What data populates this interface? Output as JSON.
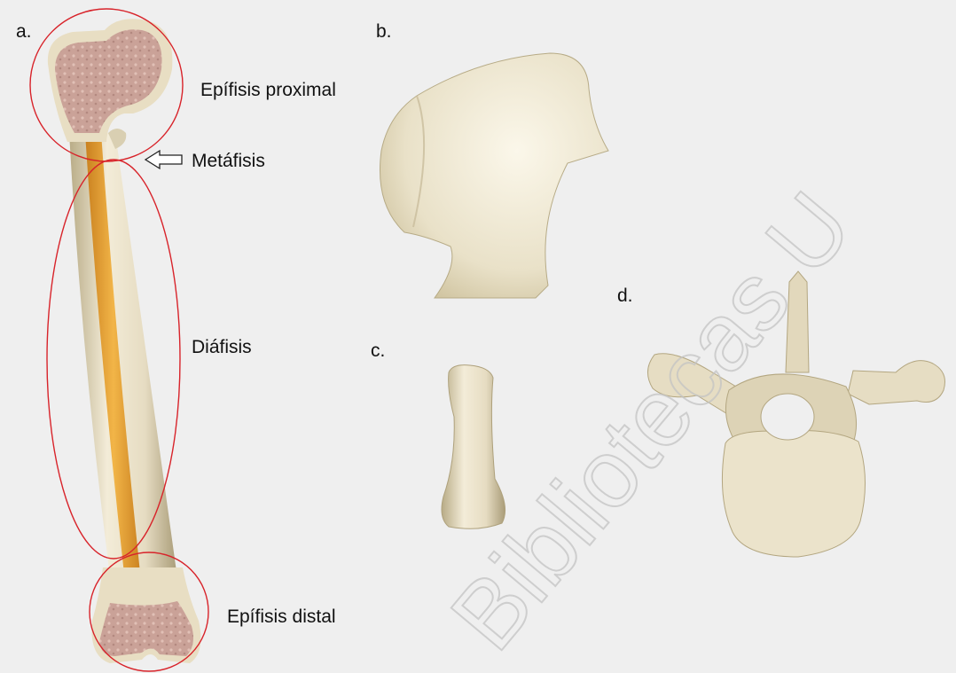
{
  "panels": {
    "a": "a.",
    "b": "b.",
    "c": "c.",
    "d": "d."
  },
  "femur_labels": {
    "proximal_epiphysis": "Epífisis proximal",
    "metaphysis": "Metáfisis",
    "diaphysis": "Diáfisis",
    "distal_epiphysis": "Epífisis distal"
  },
  "watermark": "Bibliotecas U",
  "colors": {
    "background": "#efefef",
    "bone": "#ece4cf",
    "bone_shadow": "#c9bd9c",
    "medulla": "#e7a43a",
    "spongy_bone": "#c99a94",
    "region_outline": "#d8232a"
  }
}
